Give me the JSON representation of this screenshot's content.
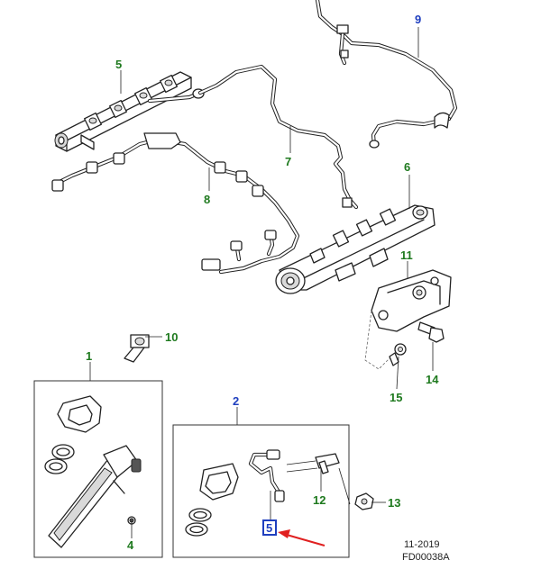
{
  "callouts": {
    "c1": "1",
    "c2": "2",
    "c4": "4",
    "c5": "5",
    "c6": "6",
    "c7": "7",
    "c8": "8",
    "c9": "9",
    "c10": "10",
    "c11": "11",
    "c12": "12",
    "c13": "13",
    "c14": "14",
    "c15": "15",
    "c5top": "5"
  },
  "footer": {
    "date": "11-2019",
    "code": "FD00038A"
  },
  "colors": {
    "green_callout": "#1f7a1f",
    "blue_callout": "#1f3fbf",
    "highlight_box": "#1f3fbf",
    "arrow": "#e02020"
  }
}
